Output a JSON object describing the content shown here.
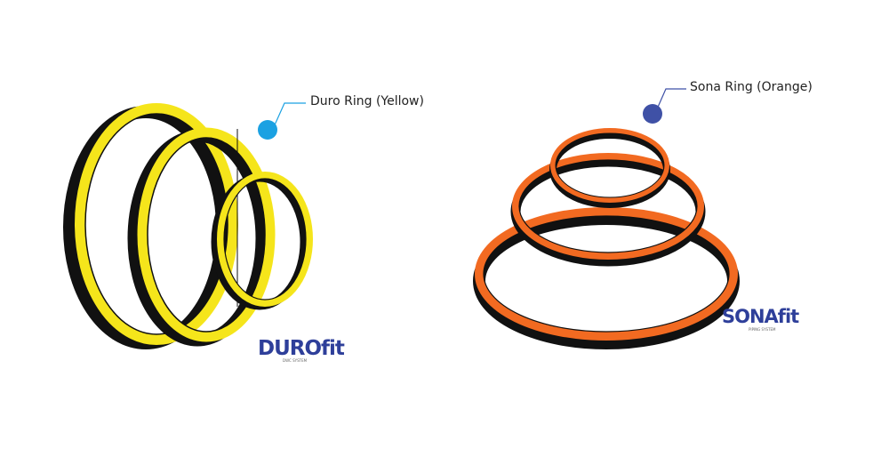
{
  "colors": {
    "background": "#ffffff",
    "duro_ring": "#f5e51b",
    "sona_ring": "#f26a21",
    "ring_shadow": "#111111",
    "duro_dot": "#1ba1e2",
    "sona_dot": "#3f51a6",
    "logo_text_blue": "#2e3f9a",
    "logo_accent": "#1ba1e2"
  },
  "products": [
    {
      "label": "Duro Ring (Yellow)",
      "logo": {
        "brand": "DUROfit",
        "tagline": "DWC SYSTEM"
      }
    },
    {
      "label": "Sona Ring (Orange)",
      "logo": {
        "brand": "SONAfit",
        "tagline": "PIPING SYSTEM"
      }
    }
  ]
}
